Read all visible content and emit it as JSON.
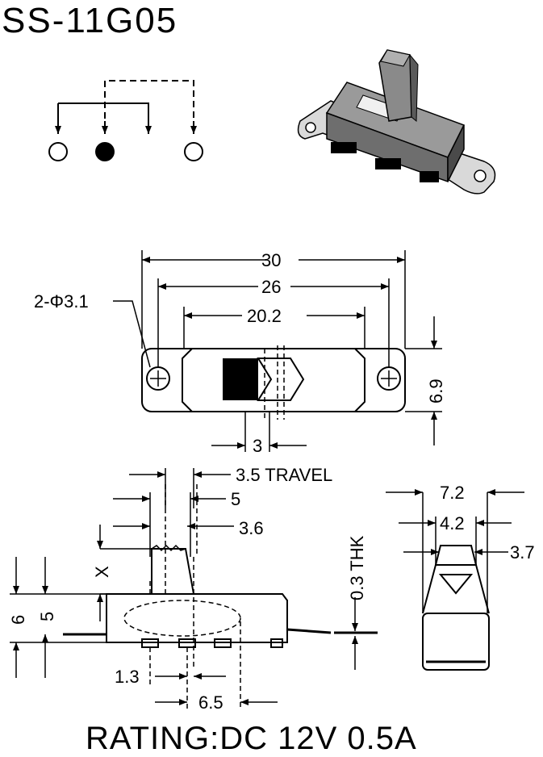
{
  "title": "SS-11G05",
  "rating": "RATING:DC 12V 0.5A",
  "dimensions": {
    "overall_length": "30",
    "hole_spacing": "26",
    "body_length": "20.2",
    "holes": "2-Φ3.1",
    "height": "6.9",
    "slot": "3",
    "travel": "3.5 TRAVEL",
    "actuator_width": "5",
    "actuator_thickness": "3.6",
    "actuator_height": "X",
    "total_height": "6",
    "body_height": "5",
    "plate_thickness": "0.3 THK",
    "pin_width": "1.3",
    "pin_pitch": "6.5",
    "side_width": "7.2",
    "side_inner": "4.2",
    "side_actuator": "3.7"
  },
  "schematic": {
    "contacts": [
      "open",
      "closed",
      "open"
    ]
  }
}
